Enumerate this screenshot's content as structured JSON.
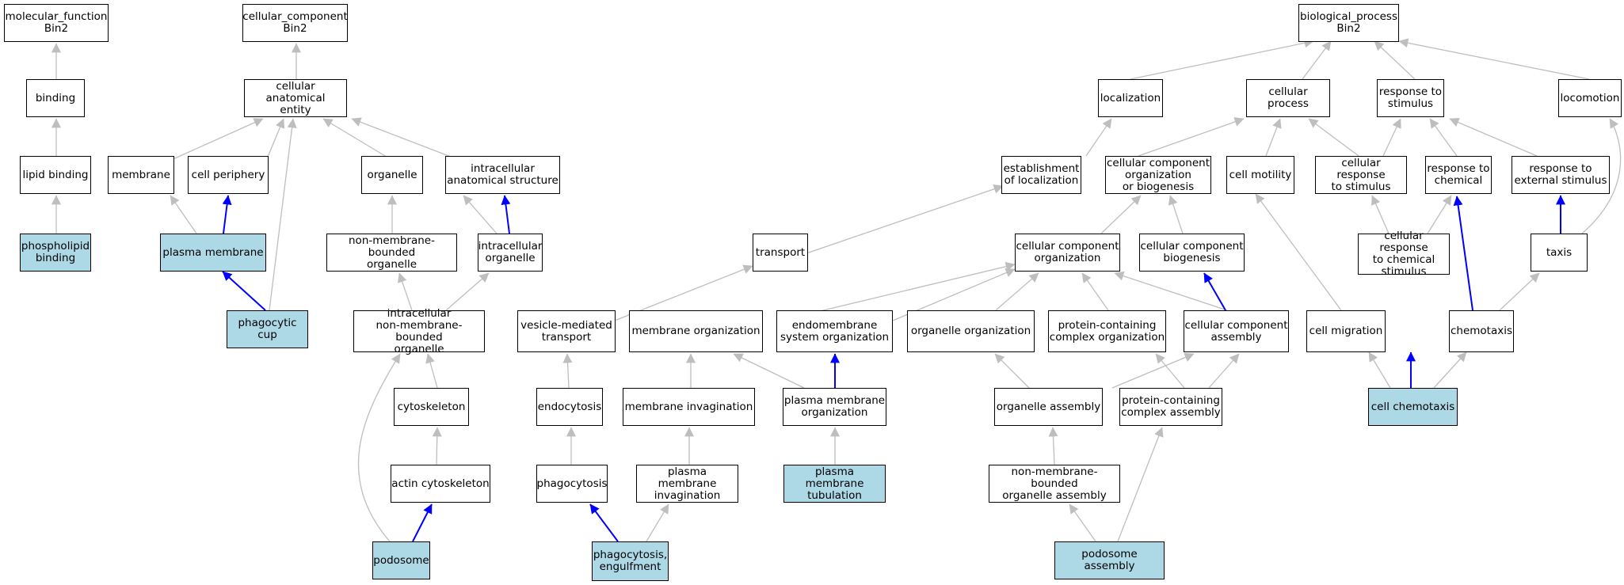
{
  "colors": {
    "highlight": "#add8e6",
    "edge_default": "#bebebe",
    "edge_highlight": "#0000ff"
  },
  "nodes": {
    "mf_root": "molecular_function\nBin2",
    "binding": "binding",
    "lipid_binding": "lipid binding",
    "phospholipid_binding": "phospholipid\nbinding",
    "cc_root": "cellular_component\nBin2",
    "cae": "cellular anatomical\nentity",
    "membrane": "membrane",
    "cell_periphery": "cell periphery",
    "organelle": "organelle",
    "ias": "intracellular\nanatomical structure",
    "plasma_membrane": "plasma membrane",
    "nmbo": "non-membrane-bounded\norganelle",
    "intracellular_organelle": "intracellular\norganelle",
    "phagocytic_cup": "phagocytic cup",
    "inmbo": "intracellular\nnon-membrane-bounded\norganelle",
    "cytoskeleton": "cytoskeleton",
    "actin_cytoskeleton": "actin cytoskeleton",
    "podosome": "podosome",
    "bp_root": "biological_process\nBin2",
    "localization": "localization",
    "cellular_process": "cellular process",
    "response_to_stimulus": "response to\nstimulus",
    "locomotion": "locomotion",
    "establishment_localization": "establishment\nof localization",
    "ccob": "cellular component\norganization\nor biogenesis",
    "cell_motility": "cell motility",
    "cellular_response_stimulus": "cellular response\nto stimulus",
    "response_chemical": "response to\nchemical",
    "response_external": "response to\nexternal stimulus",
    "transport": "transport",
    "cc_organization": "cellular component\norganization",
    "cc_biogenesis": "cellular component\nbiogenesis",
    "cellular_response_chemical": "cellular response\nto chemical\nstimulus",
    "taxis": "taxis",
    "vesicle_transport": "vesicle-mediated\ntransport",
    "membrane_organization": "membrane organization",
    "endomembrane": "endomembrane\nsystem organization",
    "organelle_organization": "organelle organization",
    "pcco": "protein-containing\ncomplex organization",
    "cc_assembly": "cellular component\nassembly",
    "cell_migration": "cell migration",
    "chemotaxis": "chemotaxis",
    "endocytosis": "endocytosis",
    "membrane_invagination": "membrane invagination",
    "pm_organization": "plasma membrane\norganization",
    "organelle_assembly": "organelle assembly",
    "pcca": "protein-containing\ncomplex assembly",
    "cell_chemotaxis": "cell chemotaxis",
    "phagocytosis": "phagocytosis",
    "pm_invagination": "plasma membrane\ninvagination",
    "pm_tubulation": "plasma membrane\ntubulation",
    "nmboa": "non-membrane-bounded\norganelle assembly",
    "phagocytosis_engulfment": "phagocytosis,\nengulfment",
    "podosome_assembly": "podosome assembly"
  }
}
